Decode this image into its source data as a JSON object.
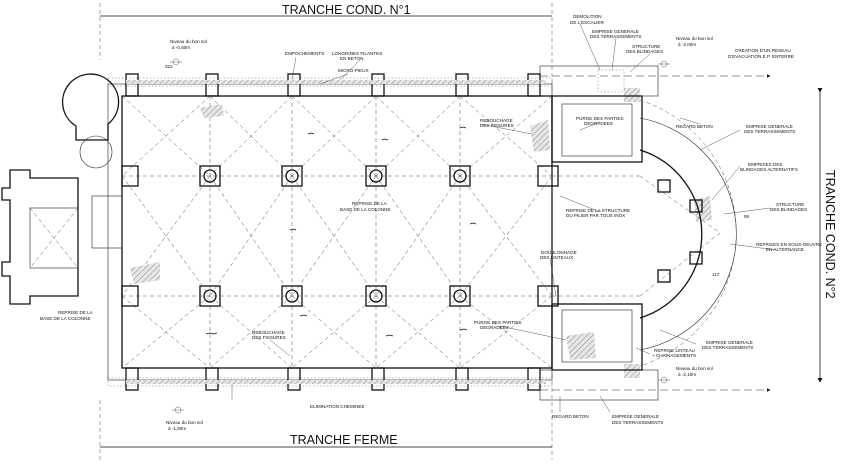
{
  "tranche_cond_1": "TRANCHE COND. N°1",
  "tranche_cond_2": "TRANCHE COND. N°2",
  "tranche_ferme": "TRANCHE FERME",
  "labels": {
    "niveau_tl_1": "Niveau du bon sol",
    "niveau_tl_2": "à -0,60m",
    "dim_322": "322",
    "empochements": "EMPOCHEMENTS",
    "longrines_1": "LONGRINES FILANTES",
    "longrines_2": "EN BETON",
    "micro_pieux": "MICRO-PIEUX",
    "demolition_1": "DEMOLITION",
    "demolition_2": "DE L'ESCALIER",
    "emprise_top_1": "EMPRISE GENERALE",
    "emprise_top_2": "DES TERRASSEMENTS",
    "structure_top_1": "STRUCTURE",
    "structure_top_2": "DES BLINDAGES",
    "niveau_tr_1": "Niveau du bon sol",
    "niveau_tr_2": "à -2,00m",
    "creation_1": "CREATION D'UN RESEAU",
    "creation_2": "D'EVACUATION E.P. ENTERRE",
    "regard_top": "REGARD BETON",
    "rebouchage_top_1": "REBOUCHAGE",
    "rebouchage_top_2": "DES FISSURES",
    "purge_top_1": "PURGE DES PARTIES",
    "purge_top_2": "DEGRADEES",
    "emprise_right_1": "EMPRISE GENERALE",
    "emprise_right_2": "DES TERRASSEMENTS",
    "emprises_blind_1": "EMPRISES DES",
    "emprises_blind_2": "BLINDAGES ALTERNATIFS",
    "structure_right_1": "STRUCTURE",
    "structure_right_2": "DES BLINDAGES",
    "reprises_1": "REPRISES EN SOUS-OEUVRE",
    "reprises_2": "EN ALTERNANCE",
    "reprise_base_center_1": "REPRISE DE LA",
    "reprise_base_center_2": "BASE DE LA COLONNE",
    "reprise_pilier_1": "REPRISE DE LA STRUCTURE",
    "reprise_pilier_2": "DU PILIER PAR TOUS INOX",
    "doublonnage_1": "DOUBLONNAGE",
    "doublonnage_2": "DES LINTEAUX",
    "reprise_base_left_1": "REPRISE DE LA",
    "reprise_base_left_2": "BASE DE LA COLONNE",
    "rebouchage_bottom_1": "REBOUCHAGE",
    "rebouchage_bottom_2": "DES FISSURES",
    "purge_bottom_1": "PURGE DES PARTIES",
    "purge_bottom_2": "DEGRADEES",
    "emprise_br_1": "EMPRISE GENERALE",
    "emprise_br_2": "DES TERRASSEMENTS",
    "reprise_linteau_1": "REPRISE LINTEAU",
    "reprise_linteau_2": "+ CHAINAGEMENTS",
    "niveau_br_1": "Niveau du bon sol",
    "niveau_br_2": "à -2,10m",
    "elimination": "ELIMINATION CHEMINEE",
    "regard_bottom": "REGARD BETON",
    "emprise_bottom_1": "EMPRISE GENERALE",
    "emprise_bottom_2": "DES TERRASSEMENTS",
    "niveau_bl_1": "Niveau du bon sol",
    "niveau_bl_2": "à -1,60m",
    "dim_117": "117",
    "dim_95": "95"
  }
}
